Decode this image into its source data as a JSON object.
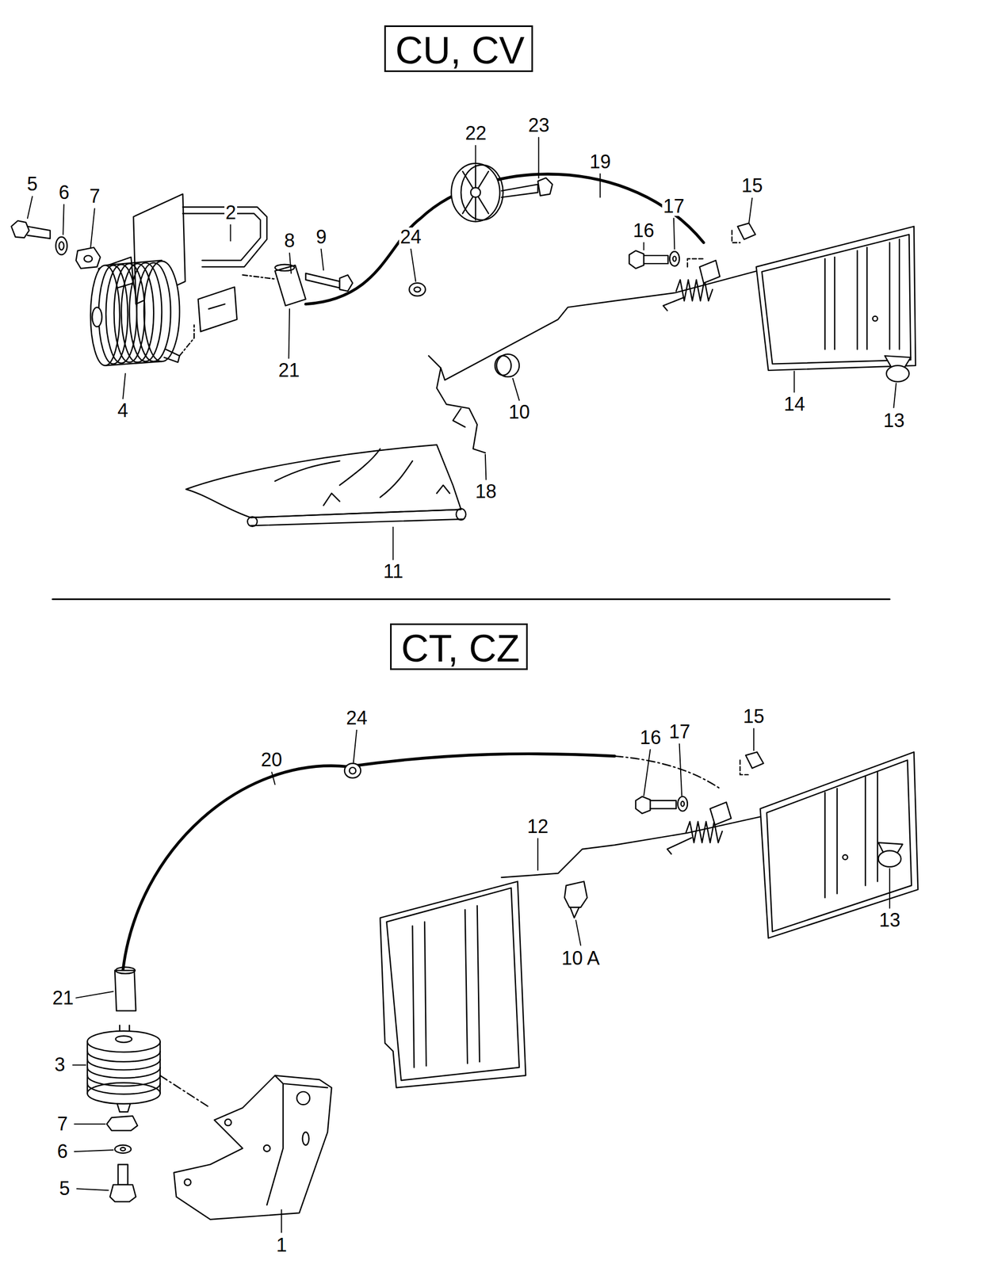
{
  "diagram": {
    "nodes": [
      {
        "text": [
          "CU, CV"
        ]
      },
      {
        "text": [
          "CT, CZ"
        ]
      }
    ],
    "labels": [
      "5",
      "6",
      "7",
      "2",
      "8",
      "9",
      "4",
      "21",
      "22",
      "23",
      "19",
      "24",
      "17",
      "15",
      "16",
      "10",
      "14",
      "13",
      "18",
      "11",
      "24",
      "20",
      "16",
      "17",
      "15",
      "12",
      "10 A",
      "13",
      "21",
      "3",
      "7",
      "6",
      "5",
      "1"
    ]
  }
}
